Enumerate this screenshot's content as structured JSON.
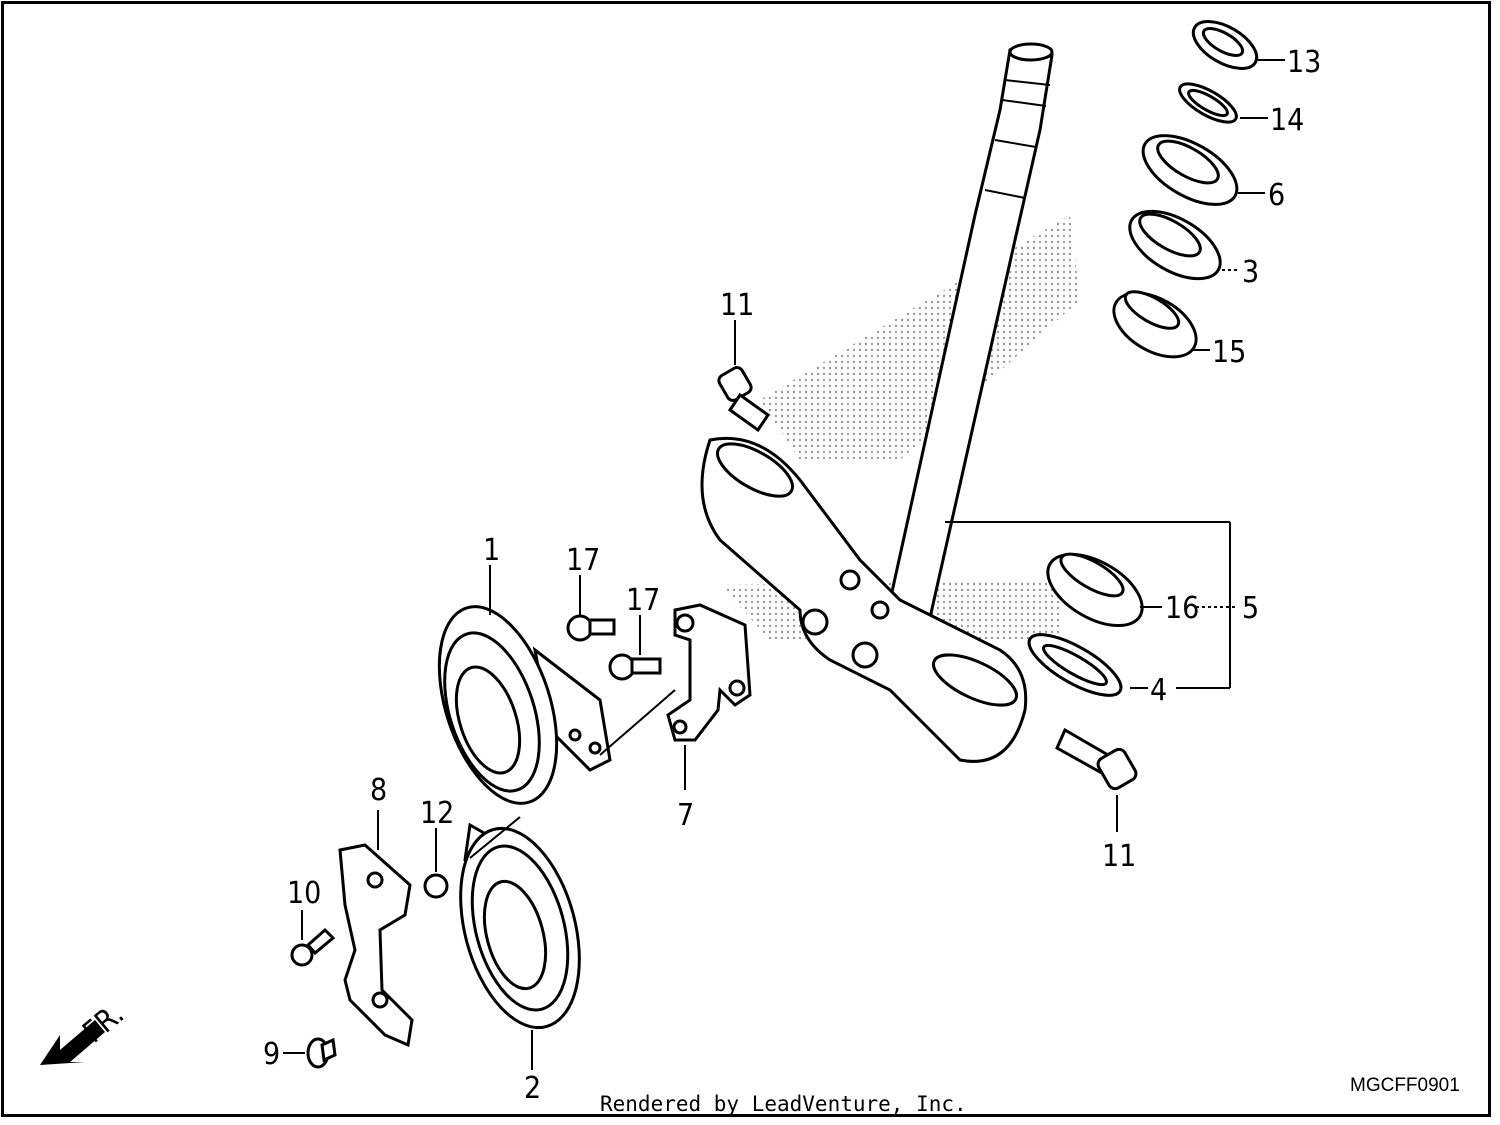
{
  "callouts": [
    {
      "id": "13",
      "text": "13"
    },
    {
      "id": "14",
      "text": "14"
    },
    {
      "id": "6",
      "text": "6"
    },
    {
      "id": "3",
      "text": "3"
    },
    {
      "id": "15",
      "text": "15"
    },
    {
      "id": "11a",
      "text": "11"
    },
    {
      "id": "1",
      "text": "1"
    },
    {
      "id": "17a",
      "text": "17"
    },
    {
      "id": "17b",
      "text": "17"
    },
    {
      "id": "16",
      "text": "16"
    },
    {
      "id": "5",
      "text": "5"
    },
    {
      "id": "4",
      "text": "4"
    },
    {
      "id": "7",
      "text": "7"
    },
    {
      "id": "8",
      "text": "8"
    },
    {
      "id": "12",
      "text": "12"
    },
    {
      "id": "10",
      "text": "10"
    },
    {
      "id": "11b",
      "text": "11"
    },
    {
      "id": "9",
      "text": "9"
    },
    {
      "id": "2",
      "text": "2"
    }
  ],
  "direction_label": "FR.",
  "credit": "Rendered by LeadVenture, Inc.",
  "diagram_code": "MGCFF0901",
  "colors": {
    "ink": "#000000",
    "paper": "#ffffff",
    "shade": "#9a9a9a"
  }
}
